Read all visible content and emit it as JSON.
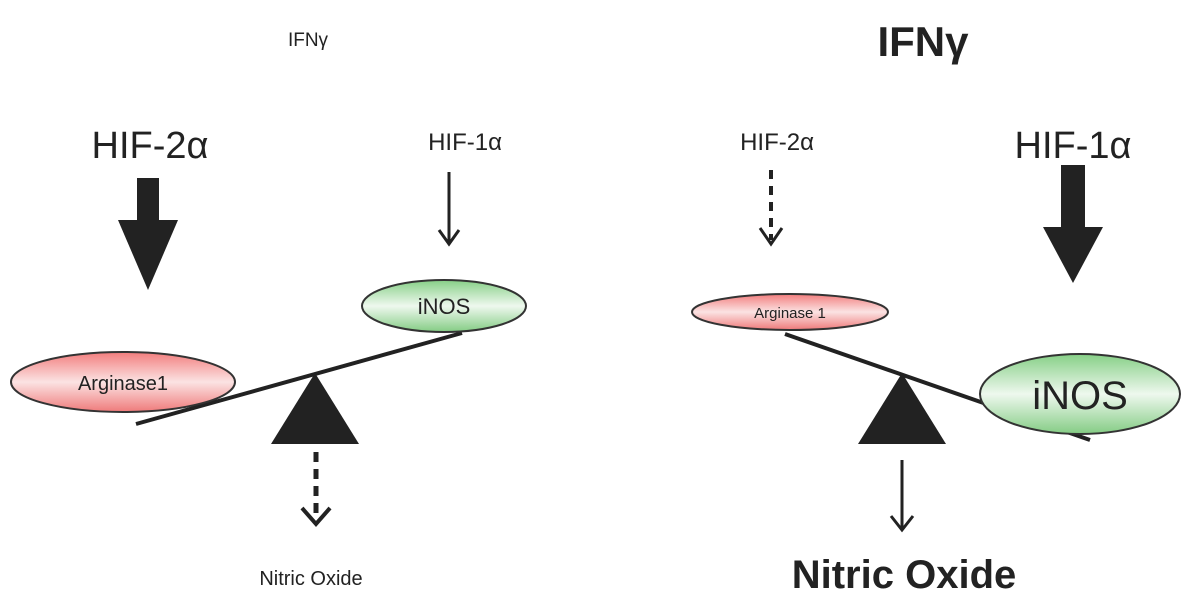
{
  "left_panel": {
    "cytokine": "IFNγ",
    "hif2": "HIF-2α",
    "hif1": "HIF-1α",
    "arginase": "Arginase1",
    "inos": "iNOS",
    "output": "Nitric Oxide"
  },
  "right_panel": {
    "cytokine": "IFNγ",
    "hif2": "HIF-2α",
    "hif1": "HIF-1α",
    "arginase": "Arginase 1",
    "inos": "iNOS",
    "output": "Nitric Oxide"
  },
  "colors": {
    "arginase": "#f08a8a",
    "inos": "#8fd28f",
    "ink": "#222222"
  }
}
